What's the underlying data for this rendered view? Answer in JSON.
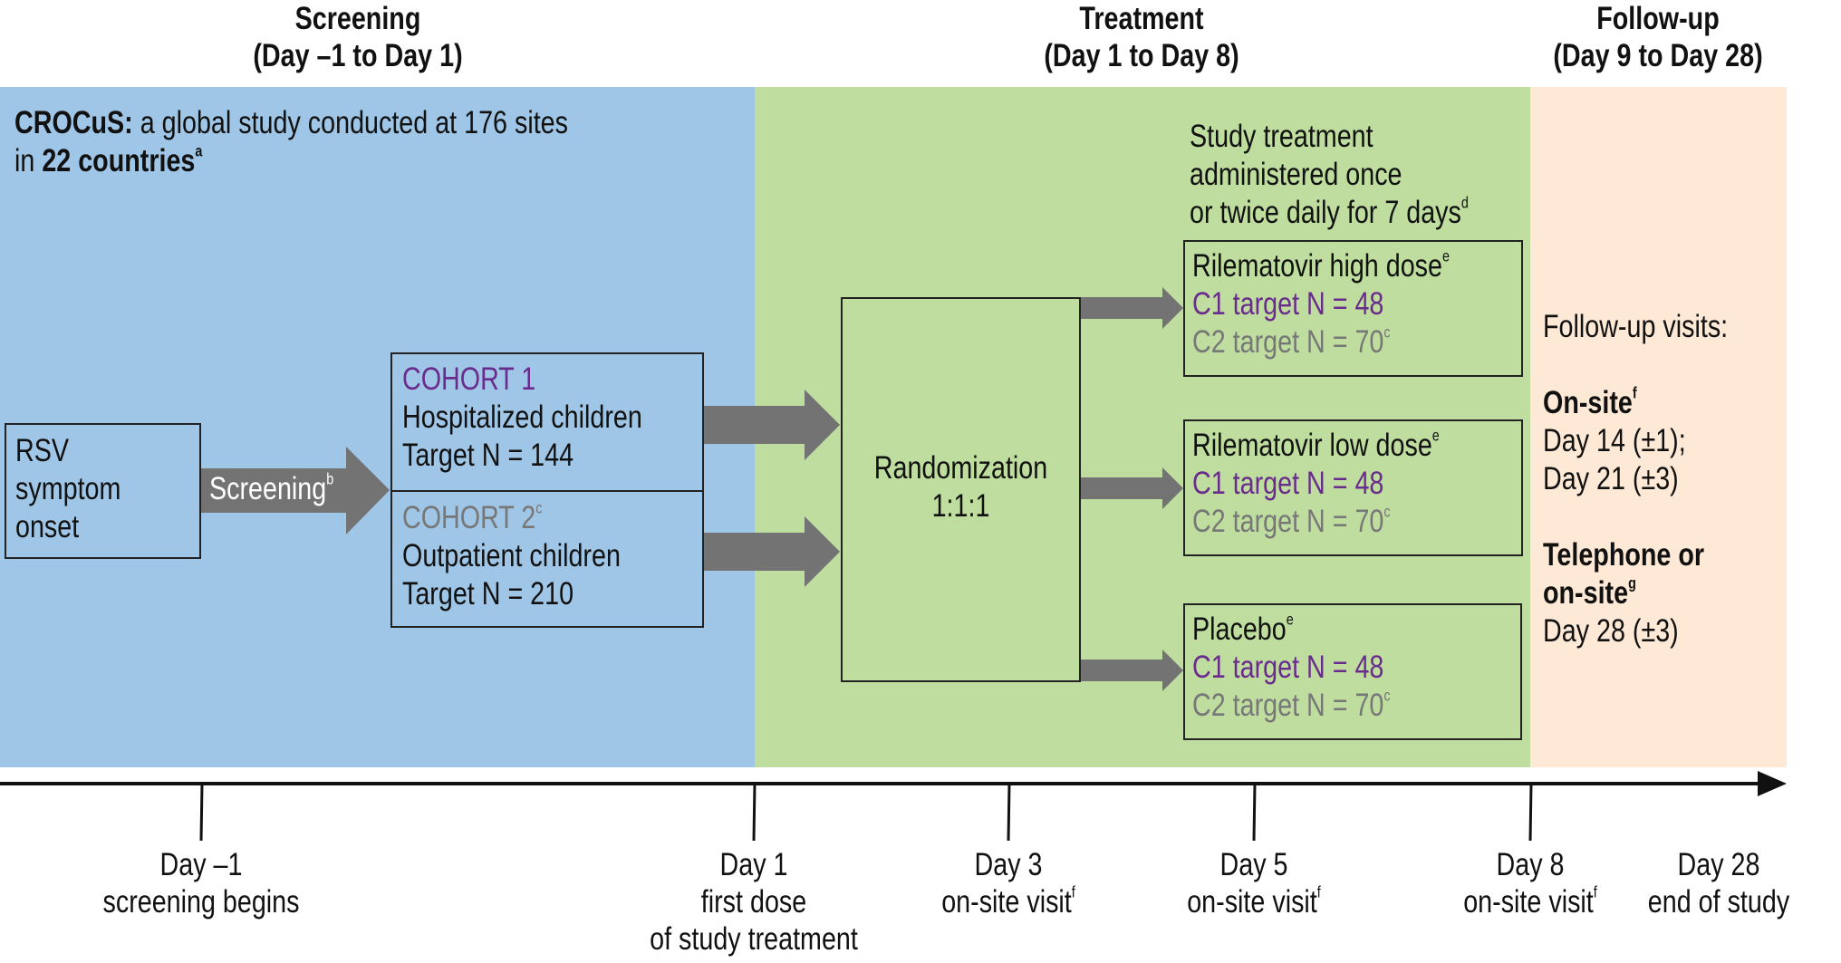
{
  "phases": [
    {
      "name": "Screening",
      "range": "(Day –1 to Day 1)"
    },
    {
      "name": "Treatment",
      "range": "(Day 1 to Day 8)"
    },
    {
      "name": "Follow-up",
      "range": "(Day 9 to Day 28)"
    }
  ],
  "colors": {
    "screening_panel": "#9fc6e6",
    "treatment_panel": "#bedd9e",
    "followup_panel": "#fde9d5",
    "arrow": "#737373",
    "cohort1": "#6a2c8c",
    "cohort2": "#777777"
  },
  "study_info": {
    "name": "CROCuS:",
    "line1_rest": " a global study conducted at 176 sites",
    "line2_prefix": "in ",
    "line2_bold": "22 countries",
    "line2_sup": "a"
  },
  "rsv_box": {
    "lines": [
      "RSV",
      "symptom",
      "onset"
    ]
  },
  "screening_arrow": {
    "label": "Screening",
    "sup": "b"
  },
  "cohorts": [
    {
      "title": "COHORT 1",
      "title_sup": "",
      "population": "Hospitalized children",
      "target": "Target N = 144"
    },
    {
      "title": "COHORT 2",
      "title_sup": "c",
      "population": "Outpatient children",
      "target": "Target N = 210"
    }
  ],
  "randomization": {
    "line1": "Randomization",
    "line2": "1:1:1"
  },
  "treatment_note": {
    "lines": [
      "Study treatment",
      "administered once",
      "or twice daily for 7 days"
    ],
    "sup": "d"
  },
  "arms": [
    {
      "name": "Rilematovir high dose",
      "sup": "e",
      "c1": "C1 target N = 48",
      "c2": "C2 target N = 70",
      "c2_sup": "c"
    },
    {
      "name": "Rilematovir low dose",
      "sup": "e",
      "c1": "C1 target N = 48",
      "c2": "C2 target N = 70",
      "c2_sup": "c"
    },
    {
      "name": "Placebo",
      "sup": "e",
      "c1": "C1 target N = 48",
      "c2": "C2 target N = 70",
      "c2_sup": "c"
    }
  ],
  "followup": {
    "heading": "Follow-up visits:",
    "onsite_label": "On-site",
    "onsite_sup": "f",
    "onsite_days": [
      "Day 14 (±1);",
      "Day 21 (±3)"
    ],
    "tele_label_1": "Telephone or",
    "tele_label_2": "on-site",
    "tele_sup": "g",
    "tele_day": "Day 28 (±3)"
  },
  "timeline": [
    {
      "day": "Day –1",
      "desc": [
        "screening begins"
      ],
      "sup": "",
      "has_tick": true
    },
    {
      "day": "Day 1",
      "desc": [
        "first dose",
        "of study treatment"
      ],
      "sup": "",
      "has_tick": true
    },
    {
      "day": "Day 3",
      "desc": [
        "on-site visit"
      ],
      "sup": "f",
      "has_tick": true
    },
    {
      "day": "Day 5",
      "desc": [
        "on-site visit"
      ],
      "sup": "f",
      "has_tick": true
    },
    {
      "day": "Day 8",
      "desc": [
        "on-site visit"
      ],
      "sup": "f",
      "has_tick": true
    },
    {
      "day": "Day 28",
      "desc": [
        "end of study"
      ],
      "sup": "",
      "has_tick": false
    }
  ]
}
